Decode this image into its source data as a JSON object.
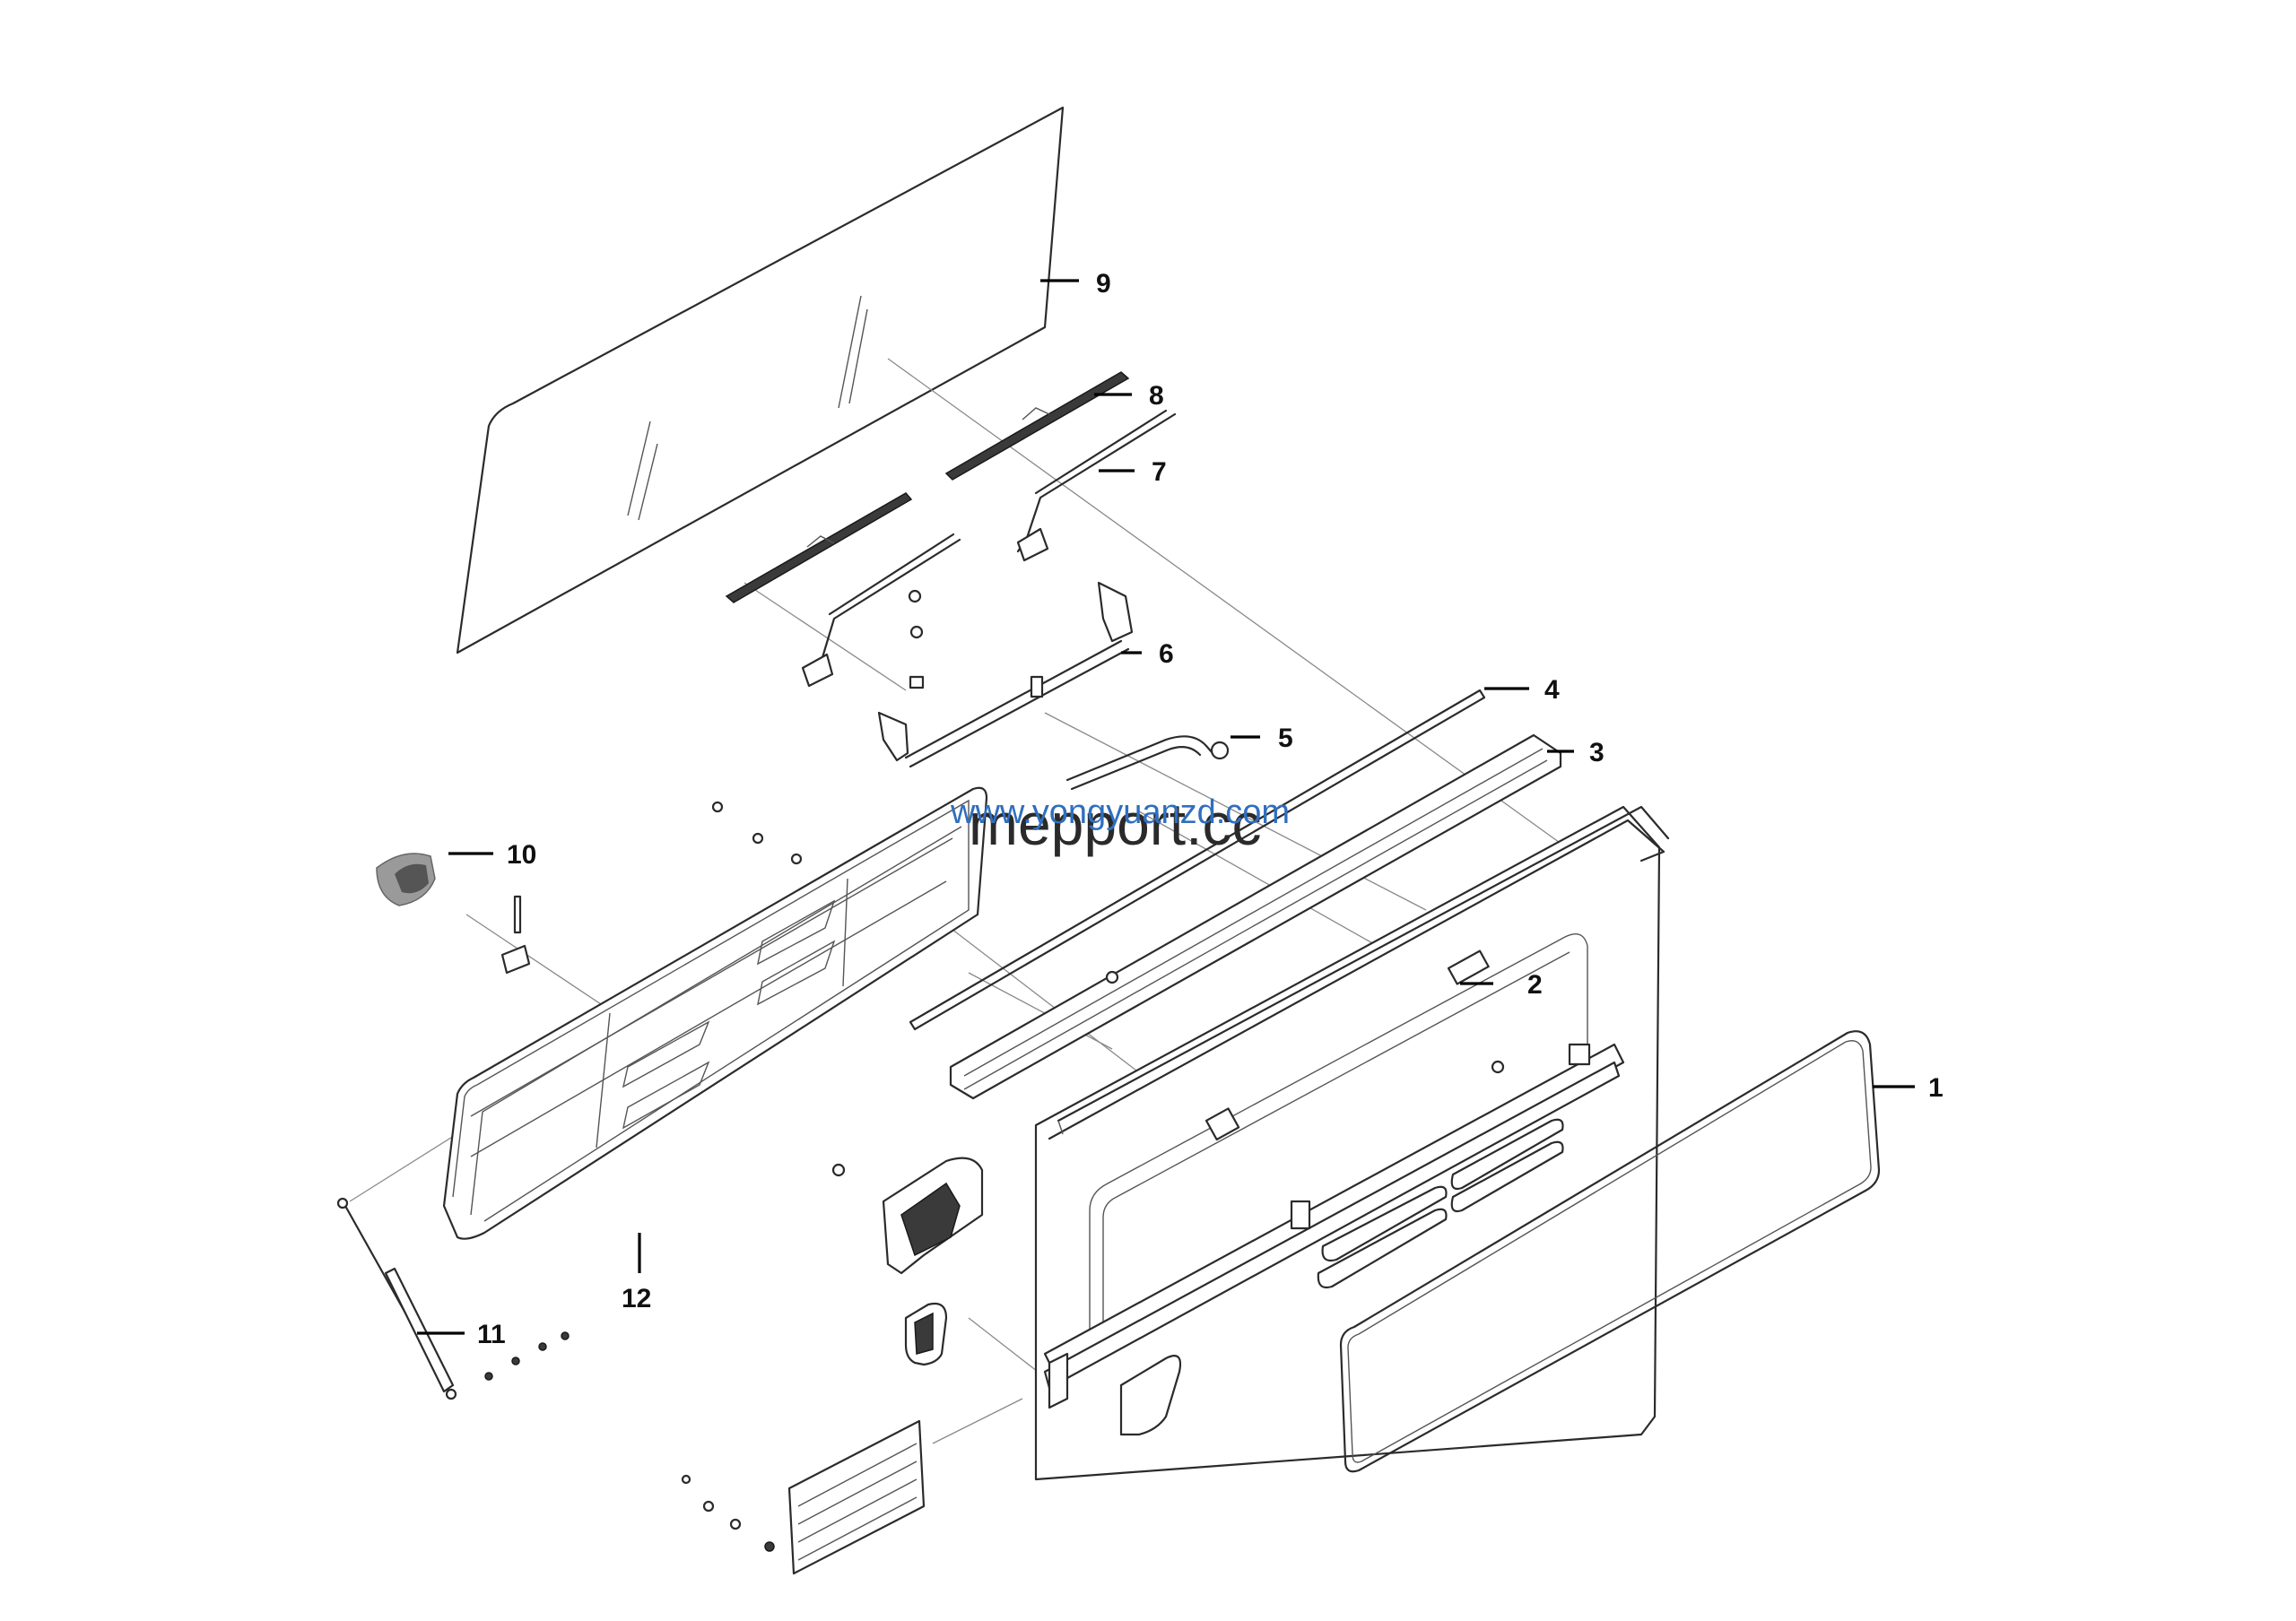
{
  "diagram": {
    "callouts": [
      {
        "id": "1",
        "label": "1"
      },
      {
        "id": "2",
        "label": "2"
      },
      {
        "id": "3",
        "label": "3"
      },
      {
        "id": "4",
        "label": "4"
      },
      {
        "id": "5",
        "label": "5"
      },
      {
        "id": "6",
        "label": "6"
      },
      {
        "id": "7",
        "label": "7"
      },
      {
        "id": "8",
        "label": "8"
      },
      {
        "id": "9",
        "label": "9"
      },
      {
        "id": "10",
        "label": "10"
      },
      {
        "id": "11",
        "label": "11"
      },
      {
        "id": "12",
        "label": "12"
      }
    ],
    "watermark_url": "www.yongyuanzd.com",
    "watermark_brand": "mepport.cc"
  }
}
